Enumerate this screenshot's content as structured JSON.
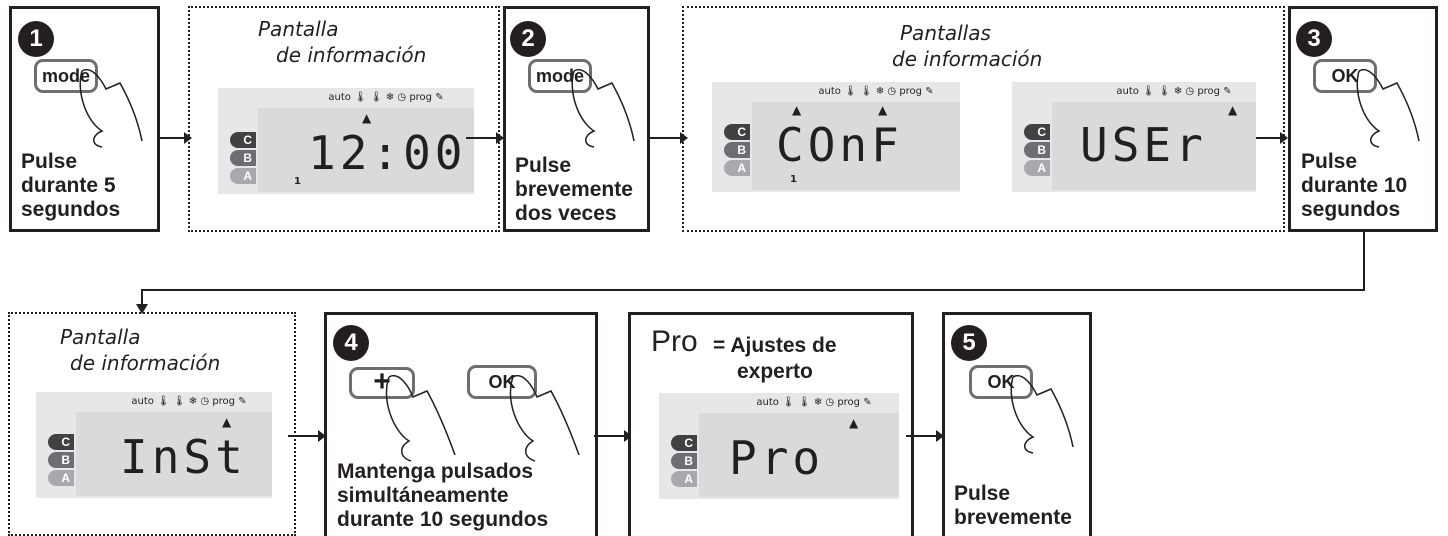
{
  "steps": {
    "s1": {
      "number": "1",
      "button": "mode",
      "caption": [
        "Pulse",
        "durante 5",
        "segundos"
      ]
    },
    "s2": {
      "number": "2",
      "button": "mode",
      "caption": [
        "Pulse",
        "brevemente",
        "dos veces"
      ]
    },
    "s3": {
      "number": "3",
      "button": "OK",
      "caption": [
        "Pulse",
        "durante 10",
        "segundos"
      ]
    },
    "s4": {
      "number": "4",
      "button_plus": "+",
      "button_ok": "OK",
      "caption": [
        "Mantenga pulsados",
        "simultáneamente",
        "durante 10 segundos"
      ]
    },
    "s5": {
      "number": "5",
      "button": "OK",
      "caption": [
        "Pulse",
        "brevemente"
      ]
    }
  },
  "info": {
    "i1": {
      "title": [
        "Pantalla",
        "de información"
      ],
      "display": "12:00"
    },
    "i2": {
      "title": [
        "Pantallas",
        "de información"
      ],
      "display_a": "COnF",
      "display_b": "USEr"
    },
    "i3": {
      "title": [
        "Pantalla",
        "de información"
      ],
      "display": "InSt"
    }
  },
  "pro": {
    "code": "Pro",
    "eq": "= Ajustes de",
    "eq2": "experto",
    "display": "Pro"
  },
  "lcd_common": {
    "icons": "auto 🌡 🌡 ❄ ◷ prog ✎",
    "modes": [
      "C",
      "B",
      "A"
    ],
    "one": "1",
    "triangle": "▲"
  }
}
